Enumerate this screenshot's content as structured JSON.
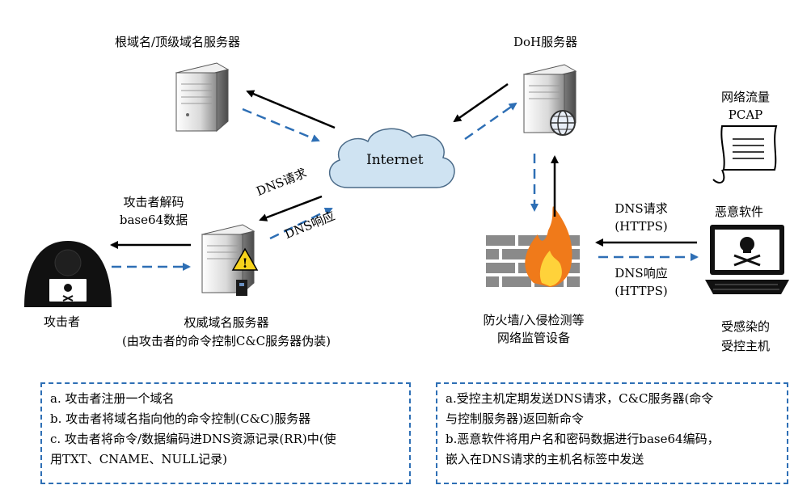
{
  "nodes": {
    "root_server": "根域名/顶级域名服务器",
    "doh_server": "DoH服务器",
    "internet": "Internet",
    "traffic_line1": "网络流量",
    "traffic_line2": "PCAP",
    "malware": "恶意软件",
    "attacker": "攻击者",
    "auth_server_line1": "权威域名服务器",
    "auth_server_line2": "(由攻击者的命令控制C&C服务器伪装)",
    "firewall_line1": "防火墙/入侵检测等",
    "firewall_line2": "网络监管设备",
    "infected_line1": "受感染的",
    "infected_line2": "受控主机"
  },
  "edges": {
    "dns_request": "DNS请求",
    "dns_response": "DNS响应",
    "attacker_decode_line1": "攻击者解码",
    "attacker_decode_line2": "base64数据",
    "https_request_line1": "DNS请求",
    "https_request_line2": "(HTTPS)",
    "https_response_line1": "DNS响应",
    "https_response_line2": "(HTTPS)"
  },
  "notes": {
    "left": [
      "a. 攻击者注册一个域名",
      "b. 攻击者将域名指向他的命令控制(C&C)服务器",
      "c. 攻击者将命令/数据编码进DNS资源记录(RR)中(使",
      "用TXT、CNAME、NULL记录)"
    ],
    "right": [
      "a.受控主机定期发送DNS请求，C&C服务器(命令",
      "与控制服务器)返回新命令",
      "b.恶意软件将用户名和密码数据进行base64编码，",
      "嵌入在DNS请求的主机名标签中发送"
    ]
  },
  "colors": {
    "request_arrow": "#000000",
    "response_arrow": "#2e6fb5",
    "cloud": "#cfe3f2",
    "note_border": "#2e6fb5",
    "flame": "#f07a1a",
    "bricks": "#8a8a8a"
  }
}
